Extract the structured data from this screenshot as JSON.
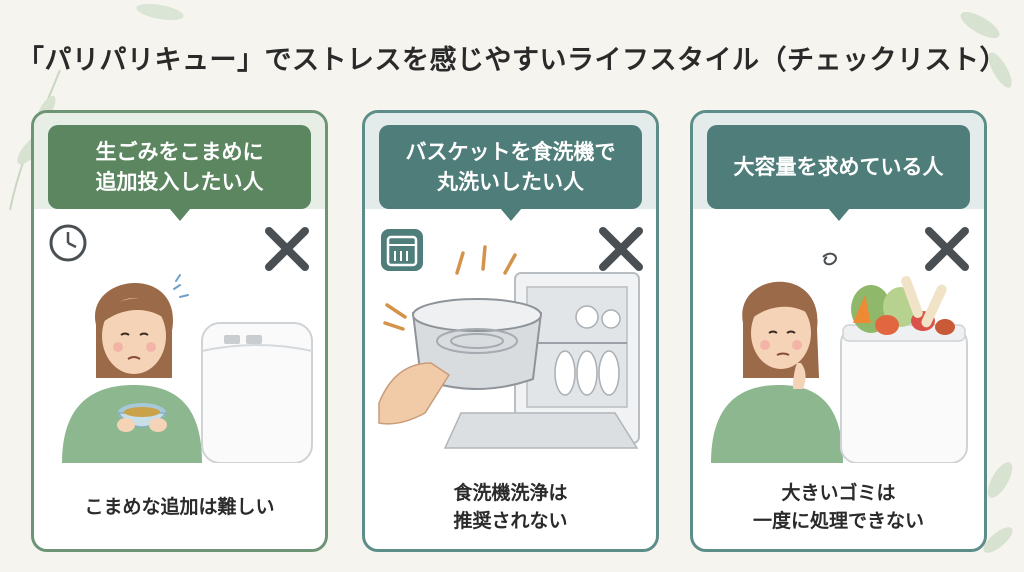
{
  "title": "「パリパリキュー」でストレスを感じやすいライフスタイル（チェックリスト）",
  "cards": [
    {
      "header": "生ごみをこまめに\n追加投入したい人",
      "caption": "こまめな追加は難しい",
      "mark": "×"
    },
    {
      "header": "バスケットを食洗機で\n丸洗いしたい人",
      "caption": "食洗機洗浄は\n推奨されない",
      "mark": "×"
    },
    {
      "header": "大容量を求めている人",
      "caption": "大きいゴミは\n一度に処理できない",
      "mark": "×"
    }
  ],
  "icons": [
    "clock-icon",
    "dishwasher-icon",
    "worry-swirl-icon",
    "cross-mark-icon"
  ],
  "colors": {
    "green": "#5b8660",
    "teal": "#4e7d7a",
    "cross": "#4a4f53",
    "background": "#f6f4ee"
  }
}
